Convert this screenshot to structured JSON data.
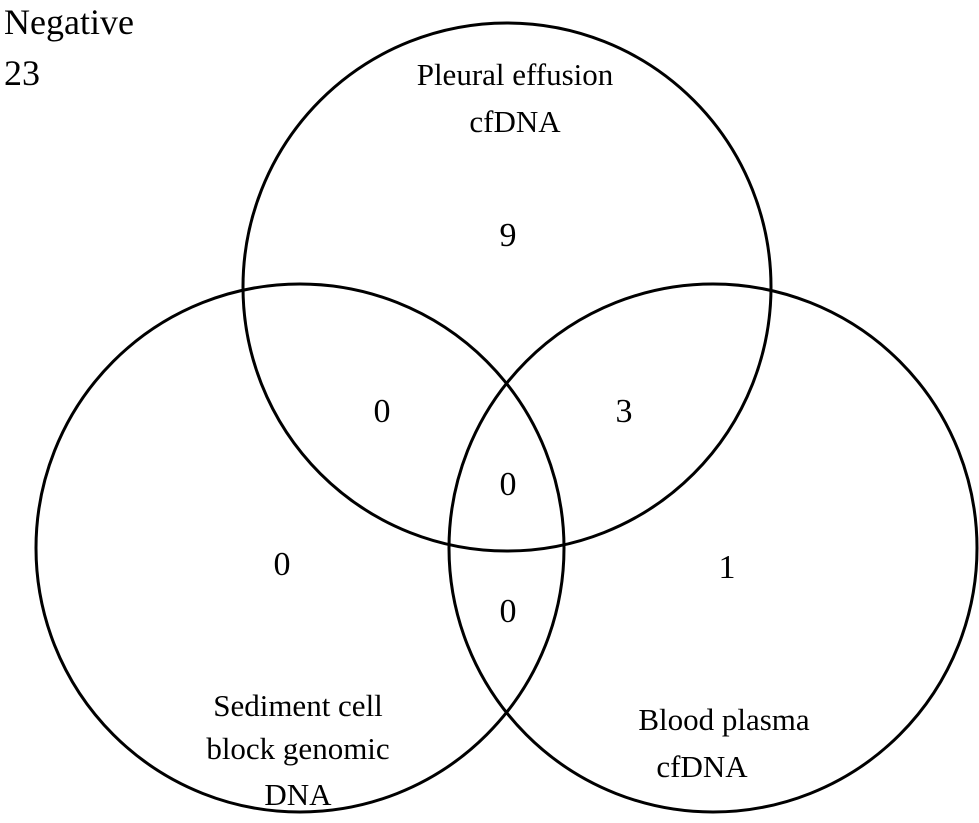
{
  "negative": {
    "label": "Negative",
    "count": "23"
  },
  "sets": {
    "pleural": {
      "label_line1": "Pleural effusion",
      "label_line2": "cfDNA"
    },
    "sediment": {
      "label_line1": "Sediment cell",
      "label_line2": "block genomic",
      "label_line3": "DNA"
    },
    "plasma": {
      "label_line1": "Blood plasma",
      "label_line2": "cfDNA"
    }
  },
  "regions": {
    "pleural_only": "9",
    "pleural_sediment": "0",
    "pleural_plasma": "3",
    "all_three": "0",
    "sediment_only": "0",
    "sediment_plasma": "0",
    "plasma_only": "1"
  }
}
